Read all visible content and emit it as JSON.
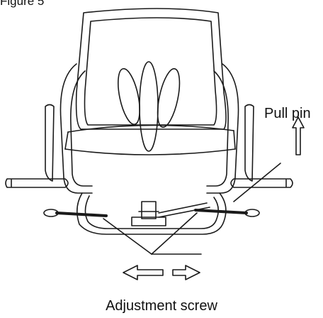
{
  "figure": {
    "caption": "Figure 5",
    "pull_pin_label": "Pull pin",
    "adjustment_label": "Adjustment screw"
  }
}
